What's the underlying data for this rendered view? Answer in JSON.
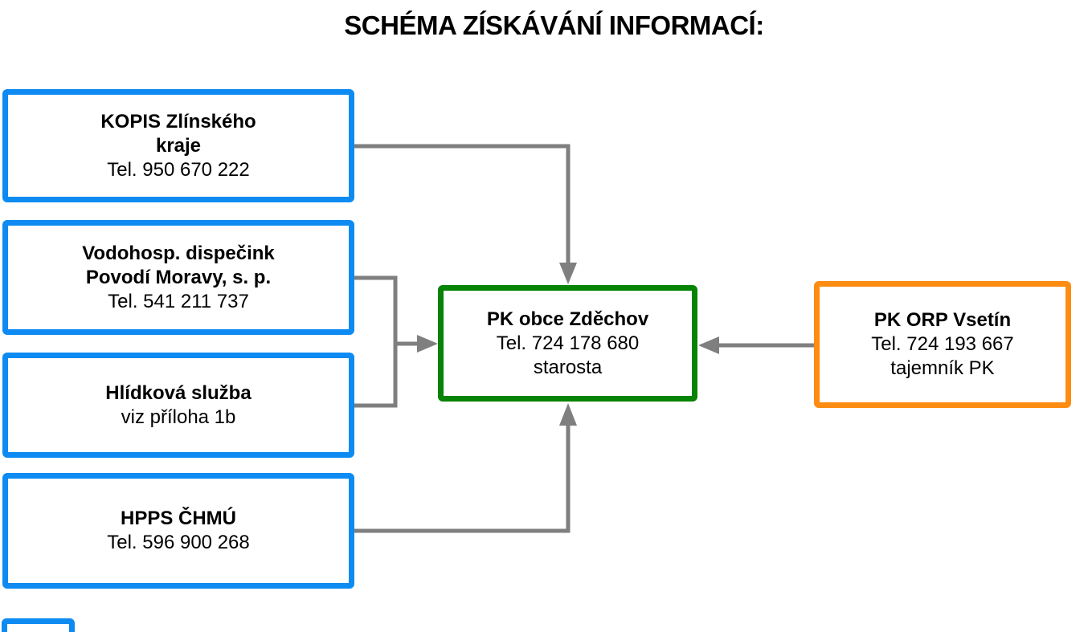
{
  "title": "SCHÉMA ZÍSKÁVÁNÍ INFORMACÍ:",
  "colors": {
    "source_box_border": "#0d8bf2",
    "center_box_border": "#078306",
    "orp_box_border": "#fd8c11",
    "arrow": "#7f7f7f",
    "text": "#000000",
    "background": "#ffffff"
  },
  "boxes": {
    "kopis": {
      "lines": [
        "KOPIS Zlínského",
        "kraje",
        "Tel. 950 670 222"
      ]
    },
    "vodohosp": {
      "lines": [
        "Vodohosp. dispečink",
        "Povodí Moravy, s. p.",
        "Tel. 541 211 737"
      ]
    },
    "hlidkova": {
      "lines": [
        "Hlídková služba",
        "viz příloha 1b"
      ]
    },
    "hpps": {
      "lines": [
        "HPPS ČHMÚ",
        "Tel. 596 900 268"
      ]
    },
    "pk_obce": {
      "lines": [
        "PK obce Zděchov",
        "Tel. 724 178 680",
        "starosta"
      ]
    },
    "pk_orp": {
      "lines": [
        "PK ORP Vsetín",
        "Tel. 724 193 667",
        "tajemník PK"
      ]
    }
  },
  "arrows": [
    {
      "from": "KOPIS Zlínského kraje",
      "to": "PK obce Zděchov",
      "direction": "right-then-down"
    },
    {
      "from": "Vodohosp. dispečink Povodí Moravy + Hlídková služba",
      "to": "PK obce Zděchov",
      "direction": "merged-right"
    },
    {
      "from": "HPPS ČHMÚ",
      "to": "PK obce Zděchov",
      "direction": "right-then-up"
    },
    {
      "from": "PK ORP Vsetín",
      "to": "PK obce Zděchov",
      "direction": "left"
    }
  ]
}
